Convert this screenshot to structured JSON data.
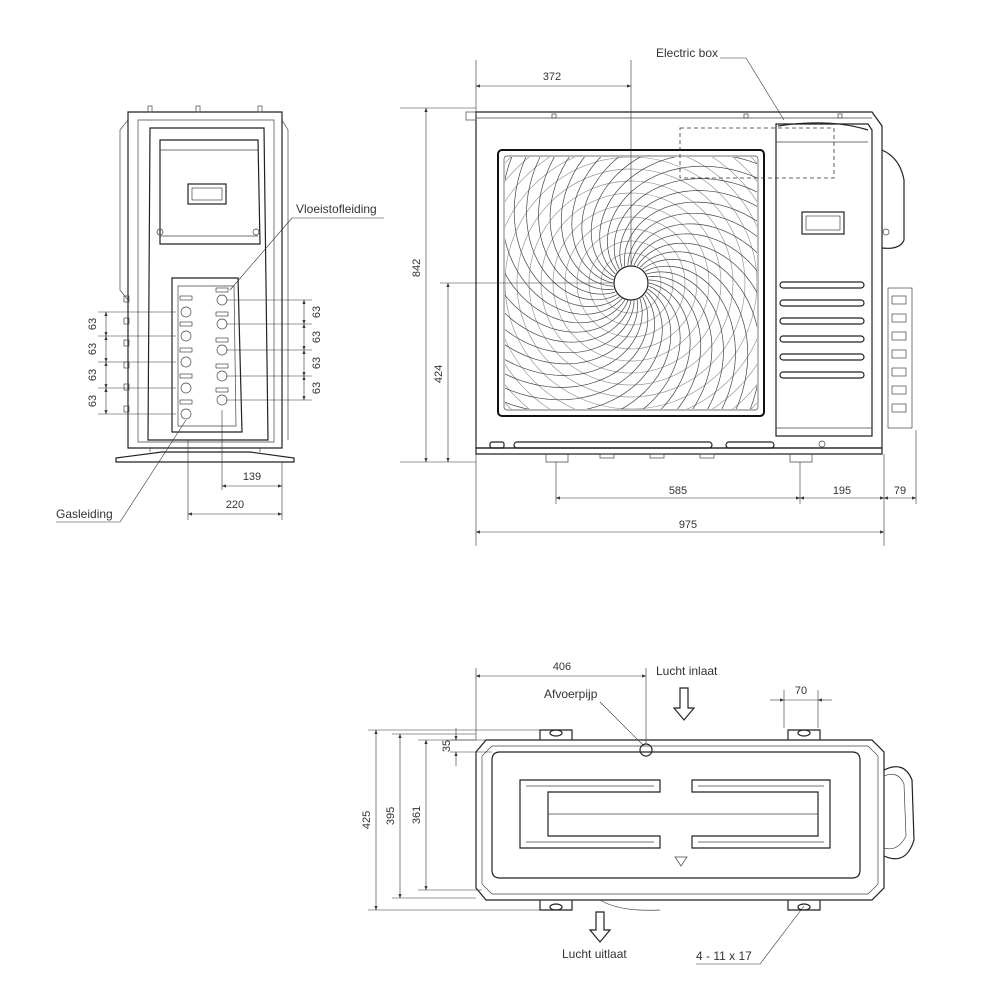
{
  "labels": {
    "electric_box": "Electric box",
    "liquid_pipe": "Vloeistofleiding",
    "gas_pipe": "Gasleiding",
    "drain_pipe": "Afvoerpijp",
    "air_inlet": "Lucht inlaat",
    "air_outlet": "Lucht uitlaat",
    "mounting_holes": "4 - 11 x 17"
  },
  "side_view": {
    "pitch_left": [
      "63",
      "63",
      "63",
      "63"
    ],
    "pitch_right": [
      "63",
      "63",
      "63",
      "63"
    ],
    "dim_139": "139",
    "dim_220": "220"
  },
  "front_view": {
    "dim_372": "372",
    "dim_842": "842",
    "dim_424": "424",
    "dim_585": "585",
    "dim_195": "195",
    "dim_79": "79",
    "dim_975": "975"
  },
  "top_view": {
    "dim_406": "406",
    "dim_70": "70",
    "dim_35": "35",
    "dim_425": "425",
    "dim_395": "395",
    "dim_361": "361"
  }
}
